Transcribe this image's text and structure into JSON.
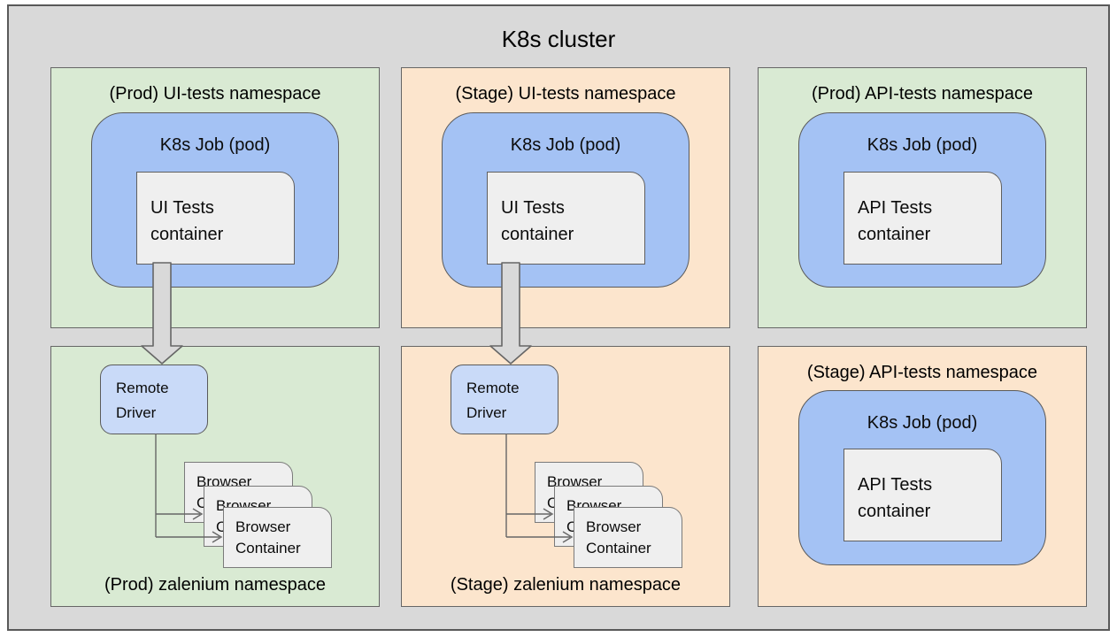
{
  "title": "K8s cluster",
  "namespaces": {
    "prod_ui": {
      "title": "(Prod) UI-tests namespace",
      "env": "prod"
    },
    "stage_ui": {
      "title": "(Stage) UI-tests namespace",
      "env": "stage"
    },
    "prod_api": {
      "title": "(Prod) API-tests namespace",
      "env": "prod"
    },
    "prod_zalenium": {
      "title": "(Prod) zalenium namespace",
      "env": "prod"
    },
    "stage_zalenium": {
      "title": "(Stage) zalenium namespace",
      "env": "stage"
    },
    "stage_api": {
      "title": "(Stage) API-tests namespace",
      "env": "stage"
    }
  },
  "labels": {
    "k8s_job": "K8s Job (pod)",
    "ui_tests_container": "UI Tests container",
    "api_tests_container": "API Tests container",
    "remote_driver": "Remote Driver",
    "browser_container": "Browser Container"
  },
  "colors": {
    "cluster_bg": "#d9d9d9",
    "prod_ns_bg": "#d9ead3",
    "stage_ns_bg": "#fce5cd",
    "job_bg": "#a4c2f4",
    "remote_driver_bg": "#c9daf8",
    "container_bg": "#efefef",
    "border": "#666666",
    "arrow_fill": "#d9d9d9"
  }
}
